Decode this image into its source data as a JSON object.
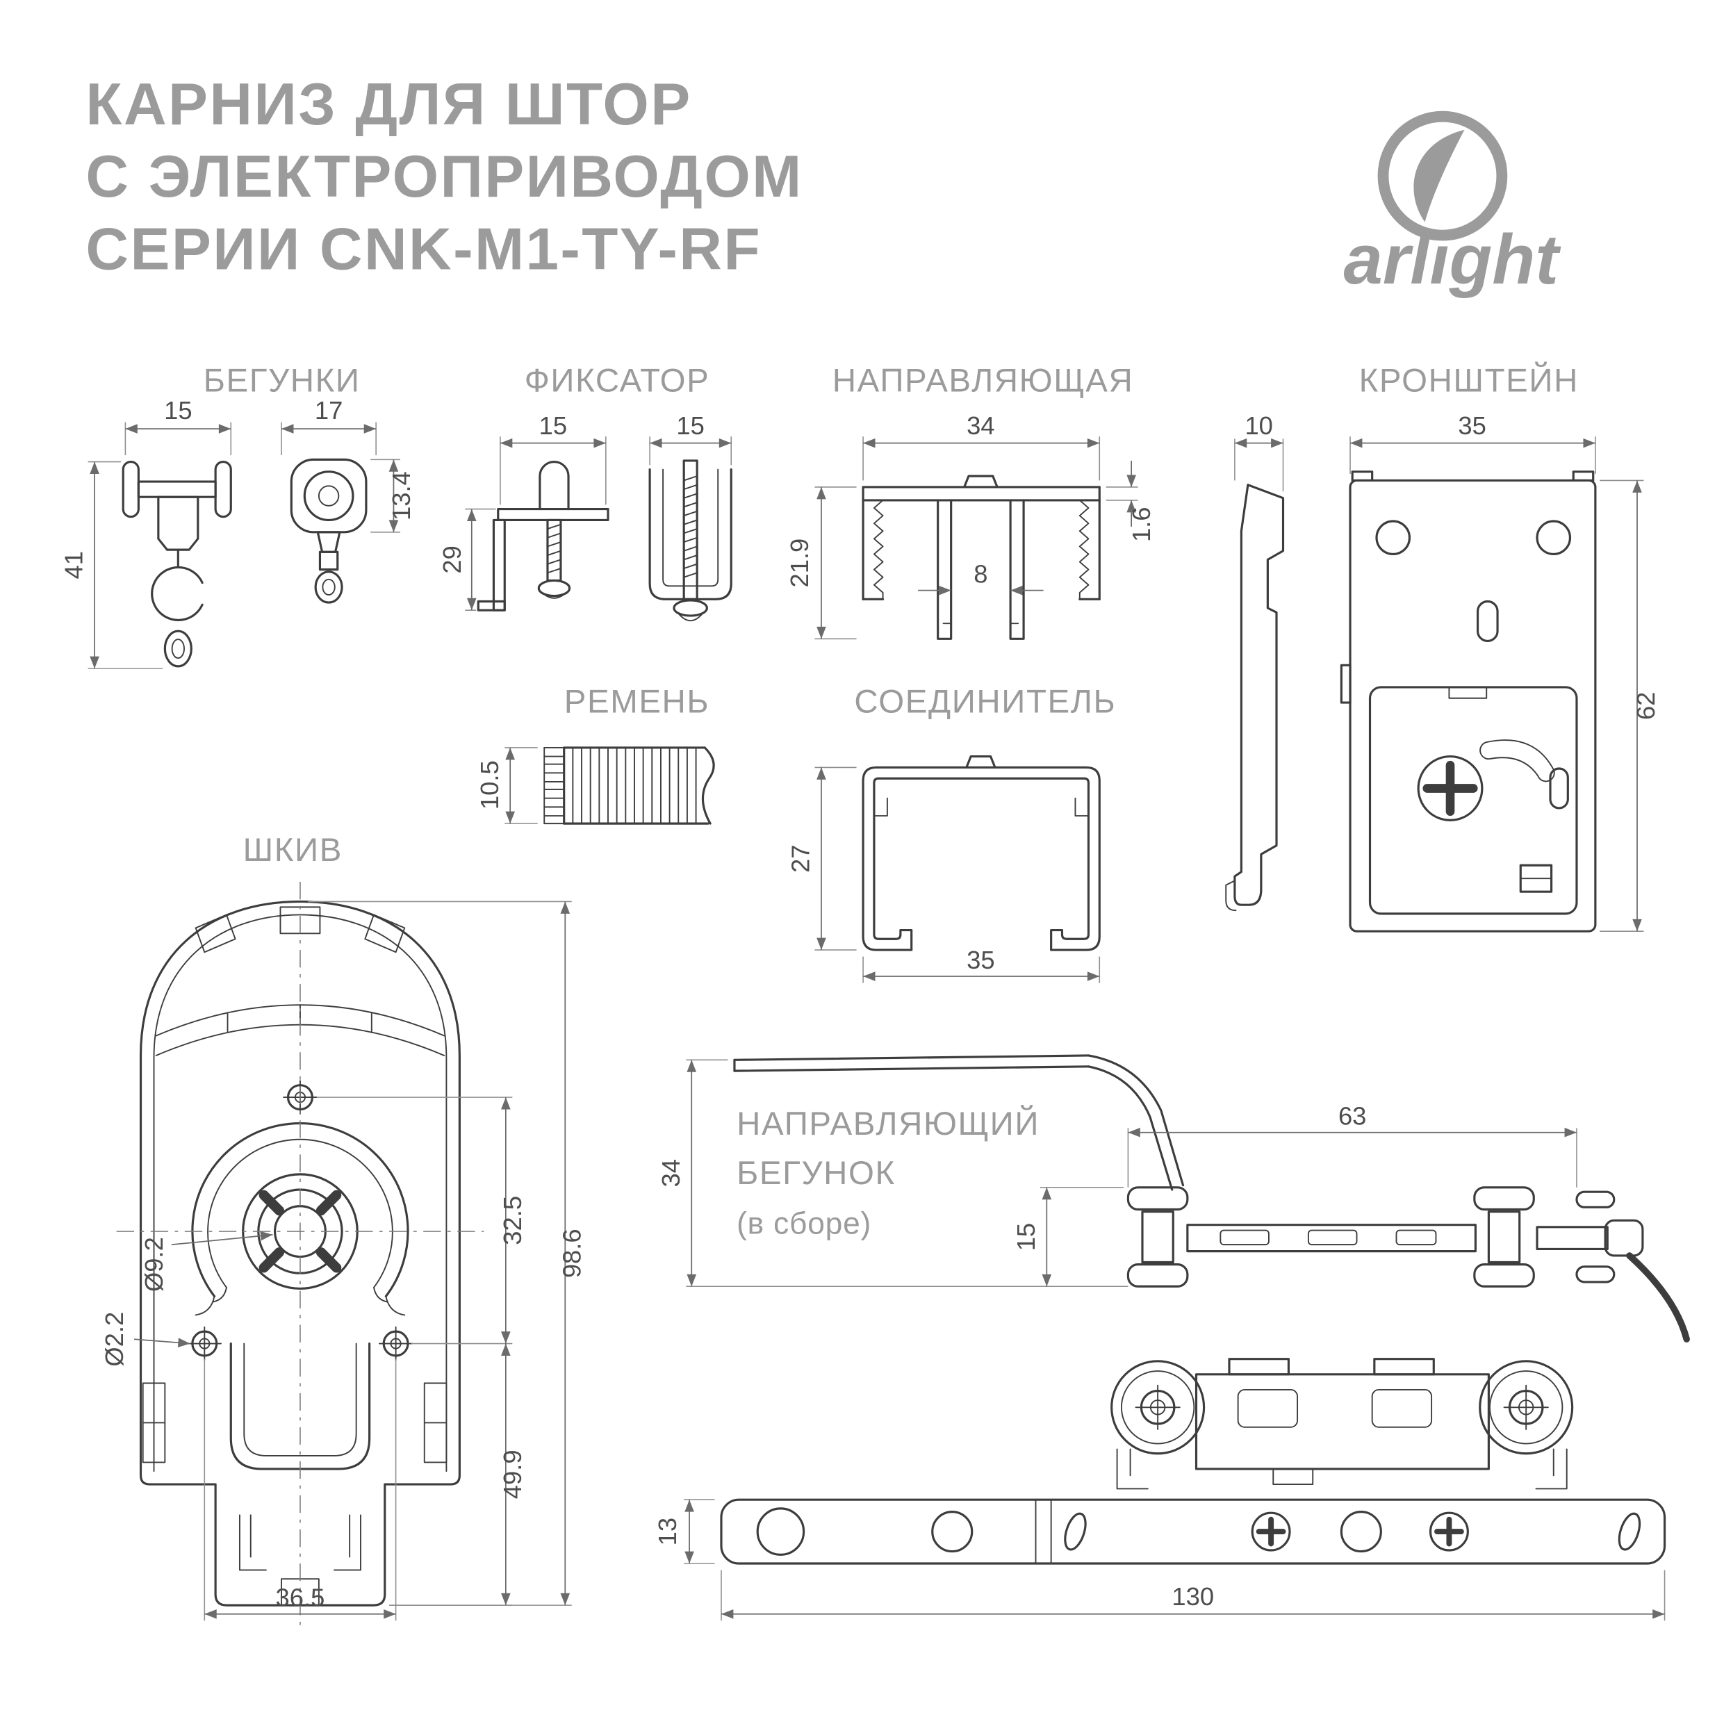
{
  "colors": {
    "label_grey": "#9b9b9b",
    "line_dark": "#3d3d3d",
    "dim_grey": "#4d4d4d",
    "background": "#ffffff"
  },
  "header": {
    "title_line1": "КАРНИЗ ДЛЯ ШТОР",
    "title_line2": "С ЭЛЕКТРОПРИВОДОМ",
    "title_line3": "СЕРИИ CNK-M1-TY-RF",
    "brand": "arlight"
  },
  "runners": {
    "label": "БЕГУНКИ",
    "dim_width_left": "15",
    "dim_width_right": "17",
    "dim_height": "41",
    "dim_roller_height": "13.4"
  },
  "fixator": {
    "label": "ФИКСАТОР",
    "dim_width_left": "15",
    "dim_width_right": "15",
    "dim_height": "29"
  },
  "rail": {
    "label": "НАПРАВЛЯЮЩАЯ",
    "dim_width": "34",
    "dim_height": "21.9",
    "dim_slot": "8",
    "dim_flange": "1.6"
  },
  "bracket": {
    "label": "КРОНШТЕЙН",
    "dim_depth": "10",
    "dim_width": "35",
    "dim_height": "62"
  },
  "belt": {
    "label": "РЕМЕНЬ",
    "dim_height": "10.5"
  },
  "connector": {
    "label": "СОЕДИНИТЕЛЬ",
    "dim_height": "27",
    "dim_width": "35"
  },
  "pulley": {
    "label": "ШКИВ",
    "dim_bore": "Ø9.2",
    "dim_screw": "Ø2.2",
    "dim_upper": "32.5",
    "dim_total": "98.6",
    "dim_lower": "49.9",
    "dim_width": "36.5"
  },
  "carrier": {
    "label_line1": "НАПРАВЛЯЮЩИЙ",
    "label_line2": "БЕГУНОК",
    "label_line3": "(в сборе)",
    "dim_arm": "63",
    "dim_height": "34",
    "dim_wheels": "15",
    "dim_bar_height": "13",
    "dim_length": "130"
  }
}
